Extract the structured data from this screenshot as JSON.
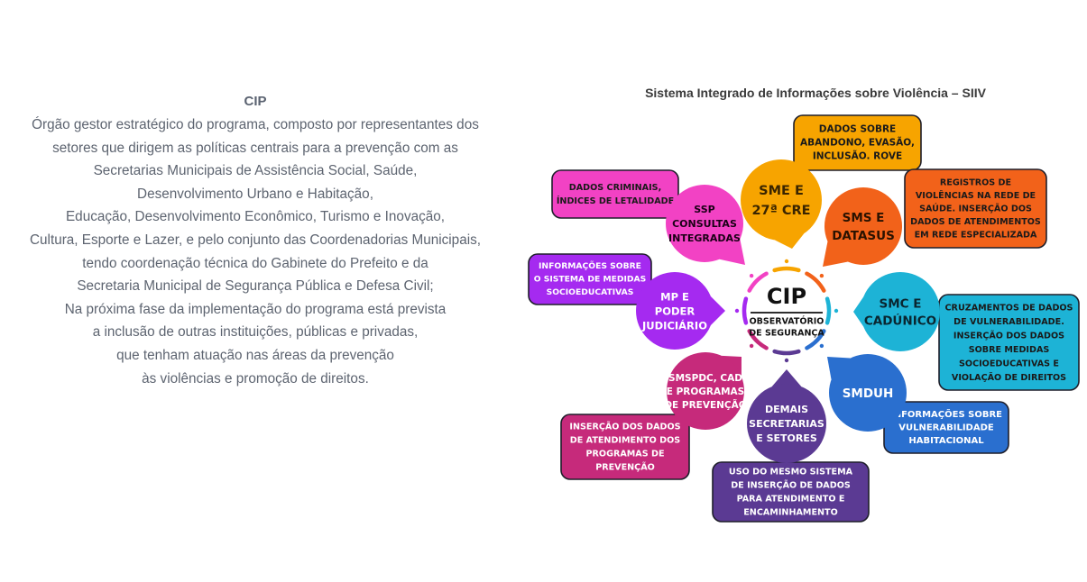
{
  "left": {
    "title": "CIP",
    "lines": [
      "Órgão gestor estratégico do programa, composto por representantes dos",
      "setores que dirigem as políticas centrais para a prevenção com as",
      "Secretarias Municipais de Assistência Social, Saúde,",
      "Desenvolvimento Urbano e Habitação,",
      "Educação, Desenvolvimento Econômico, Turismo e Inovação,",
      "Cultura, Esporte e Lazer, e pelo conjunto das Coordenadorias Municipais,",
      "tendo coordenação técnica do Gabinete do Prefeito e da",
      "Secretaria Municipal de Segurança Pública e Defesa Civil;",
      "Na próxima fase da implementação do programa está prevista",
      "a inclusão de outras instituições, públicas e privadas,",
      "que tenham atuação nas áreas da prevenção",
      "às violências e promoção de direitos."
    ]
  },
  "diagram": {
    "title": "Sistema Integrado de Informações sobre Violência – SIIV",
    "center": {
      "title": "CIP",
      "sub1": "OBSERVATÓRIO",
      "sub2": "DE SEGURANÇA"
    },
    "nodes": [
      {
        "id": "sme",
        "lines": [
          "SME E",
          "27ª CRE"
        ],
        "color": "#f7a400",
        "text_color": "#3a2500"
      },
      {
        "id": "sms",
        "lines": [
          "SMS E",
          "DATASUS"
        ],
        "color": "#f2621a",
        "text_color": "#2a1200"
      },
      {
        "id": "smc",
        "lines": [
          "SMC E",
          "CADÚNICO"
        ],
        "color": "#1db3d6",
        "text_color": "#0a2630"
      },
      {
        "id": "smduh",
        "lines": [
          "SMDUH"
        ],
        "color": "#2a6fcf",
        "text_color": "#ffffff"
      },
      {
        "id": "demais",
        "lines": [
          "DEMAIS",
          "SECRETARIAS",
          "E SETORES"
        ],
        "color": "#5b3a93",
        "text_color": "#ffffff"
      },
      {
        "id": "smspdc",
        "lines": [
          "SMSPDC, CAD",
          "E PROGRAMAS",
          "DE PREVENÇÃO"
        ],
        "color": "#c62a7b",
        "text_color": "#ffffff"
      },
      {
        "id": "mp",
        "lines": [
          "MP E",
          "PODER",
          "JUDICIÁRIO"
        ],
        "color": "#a52af0",
        "text_color": "#ffffff"
      },
      {
        "id": "ssp",
        "lines": [
          "SSP",
          "CONSULTAS",
          "INTEGRADAS"
        ],
        "color": "#f242c4",
        "text_color": "#1a0016"
      }
    ],
    "callouts": [
      {
        "id": "c-sme",
        "lines": [
          "DADOS SOBRE",
          "ABANDONO, EVASÃO,",
          "INCLUSÃO. ROVE"
        ],
        "color": "#f7a400"
      },
      {
        "id": "c-sms",
        "lines": [
          "REGISTROS DE",
          "VIOLÊNCIAS NA REDE DE",
          "SAÚDE. INSERÇÃO DOS",
          "DADOS DE ATENDIMENTOS",
          "EM REDE ESPECIALIZADA"
        ],
        "color": "#f2621a"
      },
      {
        "id": "c-smc",
        "lines": [
          "CRUZAMENTOS DE DADOS",
          "DE VULNERABILIDADE.",
          "INSERÇÃO DOS DADOS",
          "SOBRE MEDIDAS",
          "SOCIOEDUCATIVAS E",
          "VIOLAÇÃO DE DIREITOS"
        ],
        "color": "#1db3d6"
      },
      {
        "id": "c-smduh",
        "lines": [
          "INFORMAÇÕES SOBRE",
          "VULNERABILIDADE",
          "HABITACIONAL"
        ],
        "color": "#2a6fcf"
      },
      {
        "id": "c-demais",
        "lines": [
          "USO DO MESMO SISTEMA",
          "DE INSERÇÃO DE DADOS",
          "PARA ATENDIMENTO E",
          "ENCAMINHAMENTO"
        ],
        "color": "#5b3a93"
      },
      {
        "id": "c-smspdc",
        "lines": [
          "INSERÇÃO DOS DADOS",
          "DE ATENDIMENTO DOS",
          "PROGRAMAS DE",
          "PREVENÇÃO"
        ],
        "color": "#c62a7b"
      },
      {
        "id": "c-mp",
        "lines": [
          "INFORMAÇÕES SOBRE",
          "O SISTEMA DE MEDIDAS",
          "SOCIOEDUCATIVAS"
        ],
        "color": "#a52af0"
      },
      {
        "id": "c-ssp",
        "lines": [
          "DADOS CRIMINAIS,",
          "ÍNDICES DE LETALIDADE"
        ],
        "color": "#f242c4"
      }
    ]
  }
}
